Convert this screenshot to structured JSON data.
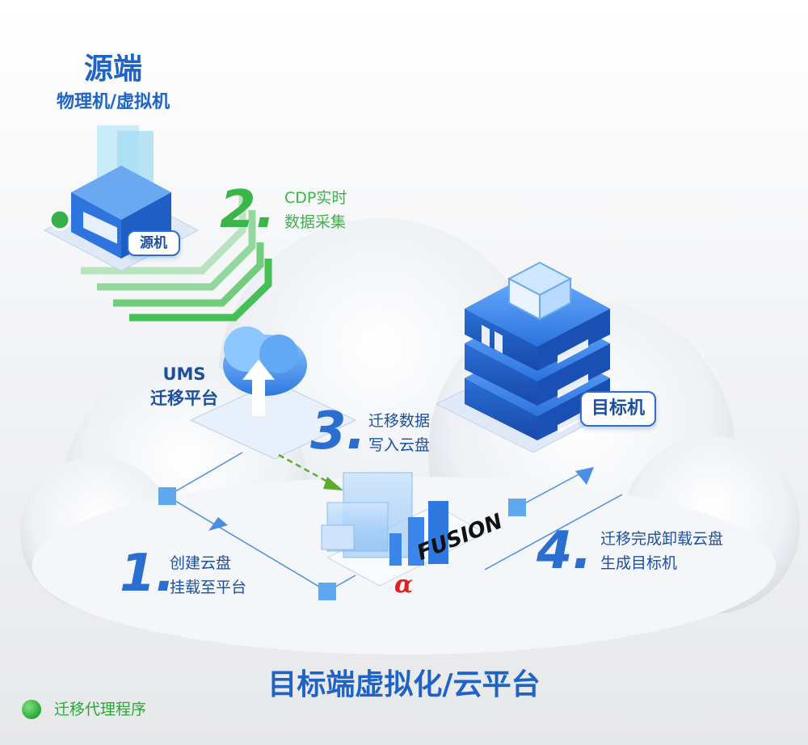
{
  "source": {
    "title": "源端",
    "subtitle": "物理机/虚拟机",
    "machine_tag": "源机"
  },
  "ums": {
    "line1": "UMS",
    "line2": "迁移平台"
  },
  "target": {
    "machine_tag": "目标机"
  },
  "platform_title": "目标端虚拟化/云平台",
  "fusion_logo": "FUSION",
  "steps": [
    {
      "num": "1.",
      "line1": "创建云盘",
      "line2": "挂载至平台"
    },
    {
      "num": "2.",
      "line1": "CDP实时",
      "line2": "数据采集"
    },
    {
      "num": "3.",
      "line1": "迁移数据",
      "line2": "写入云盘"
    },
    {
      "num": "4.",
      "line1": "迁移完成卸载云盘",
      "line2": "生成目标机"
    }
  ],
  "legend": {
    "label": "迁移代理程序",
    "icon": "green-dot-icon"
  },
  "colors": {
    "accent_blue": "#1f63c6",
    "accent_green": "#3bb44a"
  }
}
